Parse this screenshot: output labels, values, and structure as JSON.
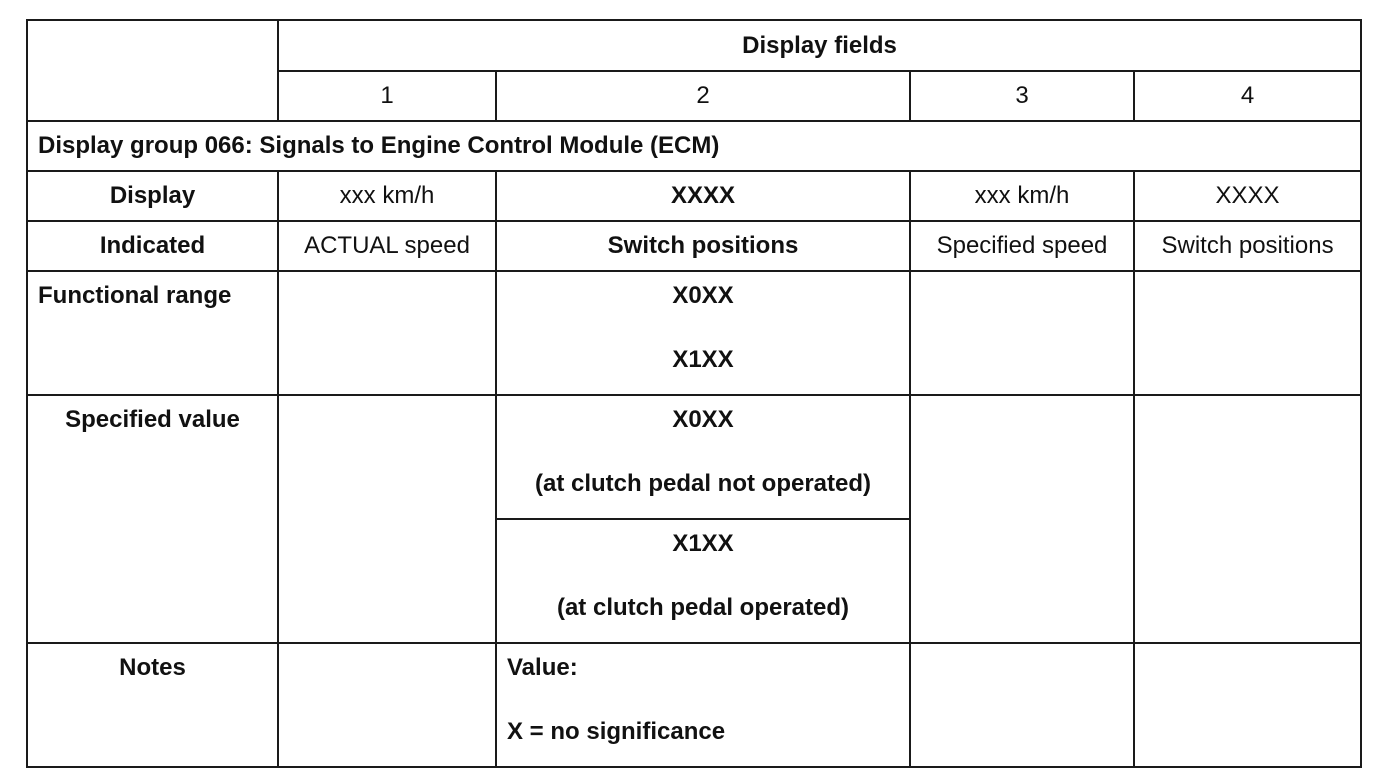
{
  "header": {
    "display_fields": "Display fields",
    "columns": [
      "1",
      "2",
      "3",
      "4"
    ]
  },
  "group_title": "Display group 066: Signals to Engine Control Module (ECM)",
  "rows": {
    "display": {
      "label": "Display",
      "values": [
        "xxx km/h",
        "XXXX",
        "xxx km/h",
        "XXXX"
      ]
    },
    "indicated": {
      "label": "Indicated",
      "values": [
        "ACTUAL speed",
        "Switch positions",
        "Specified speed",
        "Switch positions"
      ]
    },
    "functional_range": {
      "label": "Functional range",
      "field2": [
        "X0XX",
        "X1XX"
      ]
    },
    "specified_value": {
      "label": "Specified value",
      "entries": [
        {
          "code": "X0XX",
          "note": "(at clutch pedal not operated)"
        },
        {
          "code": "X1XX",
          "note": "(at clutch pedal operated)"
        }
      ]
    },
    "notes": {
      "label": "Notes",
      "field2": [
        "Value:",
        "X = no significance"
      ]
    }
  }
}
